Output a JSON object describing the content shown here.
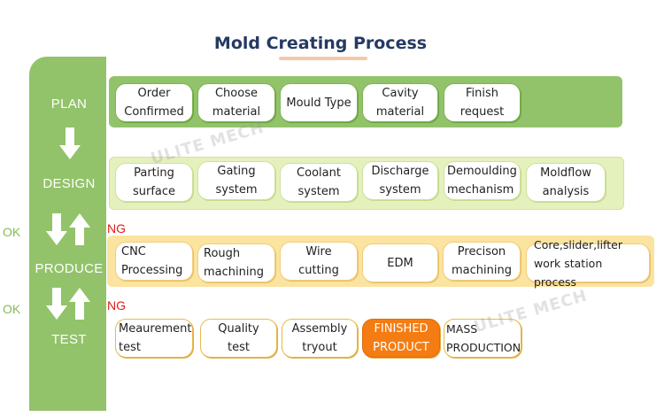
{
  "title": "Mold Creating Process",
  "stages": {
    "plan": "PLAN",
    "design": "DESIGN",
    "produce": "PRODUCE",
    "test": "TEST"
  },
  "feedback": {
    "ok_1": "OK",
    "ng_1": "NG",
    "ok_2": "OK",
    "ng_2": "NG"
  },
  "plan_steps": [
    "Order\nConfirmed",
    "Choose\nmaterial",
    "Mould Type",
    "Cavity\nmaterial",
    "Finish\nrequest"
  ],
  "design_steps": [
    "Parting\nsurface",
    "Gating\nsystem",
    "Coolant\nsystem",
    "Discharge\nsystem",
    "Demoulding\nmechanism",
    "Moldflow\nanalysis"
  ],
  "produce_steps": [
    "CNC\nProcessing",
    "Rough\nmachining",
    "Wire\ncutting",
    "EDM",
    "Precison\nmachining",
    "Core,slider,lifter\nwork station process"
  ],
  "test_steps": [
    "Meaurement\ntest",
    "Quality\ntest",
    "Assembly\ntryout",
    "FINISHED\nPRODUCT",
    "MASS\nPRODUCTION"
  ],
  "watermark": "ULITE MECH",
  "colors": {
    "stage_bar": "#92c36a",
    "plan_band": "#92c36a",
    "design_band": "#e5f1bd",
    "produce_band": "#fbe3a0",
    "highlight": "#f57c12",
    "ng": "#e21b1b",
    "ok": "#85bb56"
  }
}
